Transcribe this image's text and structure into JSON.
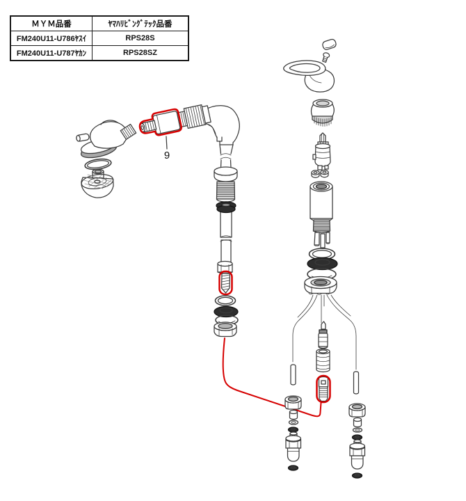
{
  "table": {
    "headers": [
      "ＭＹＭ品番",
      "ﾔﾏﾊﾘﾋﾞﾝｸﾞﾃｯｸ品番"
    ],
    "rows": [
      {
        "mym": "FM240U11-U786ﾔｽｲ",
        "yamaha": "RPS28S"
      },
      {
        "mym": "FM240U11-U787ﾔｶﾝ",
        "yamaha": "RPS28SZ"
      }
    ]
  },
  "diagram": {
    "part_label": "9",
    "highlight_color": "#d60000",
    "line_color": "#3a3a3a"
  }
}
